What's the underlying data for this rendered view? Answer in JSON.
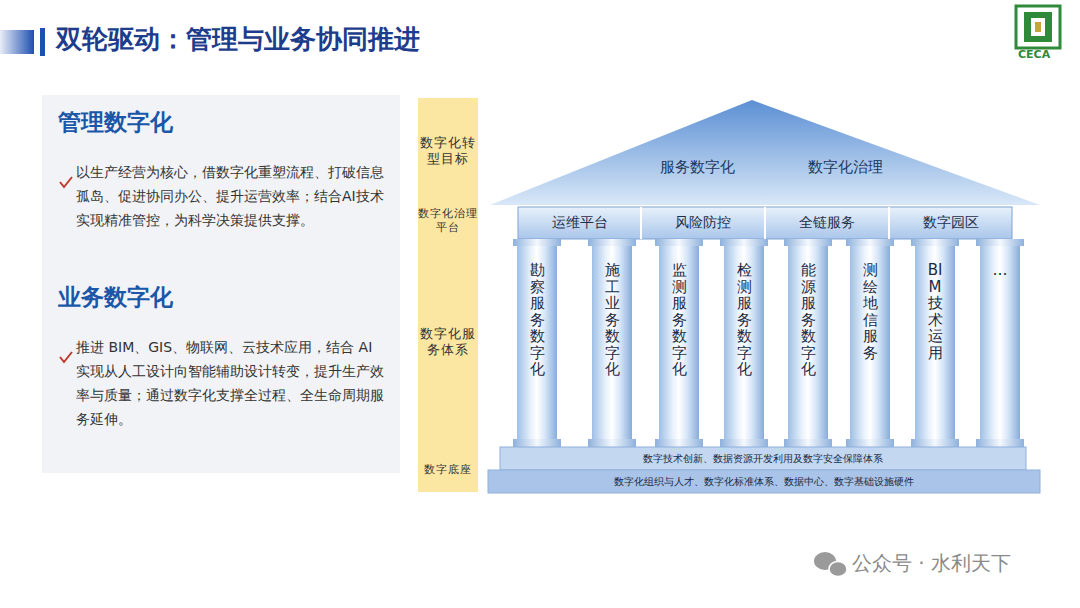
{
  "diagram": {
    "title": "双轮驱动：管理与业务协同推进",
    "nodes": [
      {
        "text": [
          "管理数字化",
          "以生产经营为核心，借数字化重塑流程、打破信息孤岛、促进协同办公、提升运营效率；结合AI技术实现精准管控，为科学决策提供支撑。"
        ]
      },
      {
        "text": [
          "业务数字化",
          "推进 BIM、GIS、物联网、云技术应用，结合 AI 实现从人工设计向智能辅助设计转变，提升生产效率与质量；通过数字化支撑全过程、全生命周期服务延伸。"
        ]
      },
      {
        "text": [
          "数字化转型目标"
        ]
      },
      {
        "text": [
          "数字化治理平台"
        ]
      },
      {
        "text": [
          "数字化服务体系"
        ]
      },
      {
        "text": [
          "数字底座"
        ]
      },
      {
        "text": [
          "服务数字化",
          "数字化治理"
        ]
      },
      {
        "text": [
          "运维平台"
        ]
      },
      {
        "text": [
          "风险防控"
        ]
      },
      {
        "text": [
          "全链服务"
        ]
      },
      {
        "text": [
          "数字园区"
        ]
      },
      {
        "text": [
          "勘察服务数字化"
        ]
      },
      {
        "text": [
          "施工业务数字化"
        ]
      },
      {
        "text": [
          "监测服务数字化"
        ]
      },
      {
        "text": [
          "检测服务数字化"
        ]
      },
      {
        "text": [
          "能源服务数字化"
        ]
      },
      {
        "text": [
          "测绘地信服务"
        ]
      },
      {
        "text": [
          "BIM技术运用"
        ]
      },
      {
        "text": [
          "…"
        ]
      },
      {
        "text": [
          "数字技术创新、数据资源开发利用及数字安全保障体系"
        ]
      },
      {
        "text": [
          "数字化组织与人才、数字化标准体系、数据中心、数字基础设施硬件"
        ]
      }
    ],
    "labels": [
      "CECA",
      "公众号 · 水利天下"
    ]
  }
}
